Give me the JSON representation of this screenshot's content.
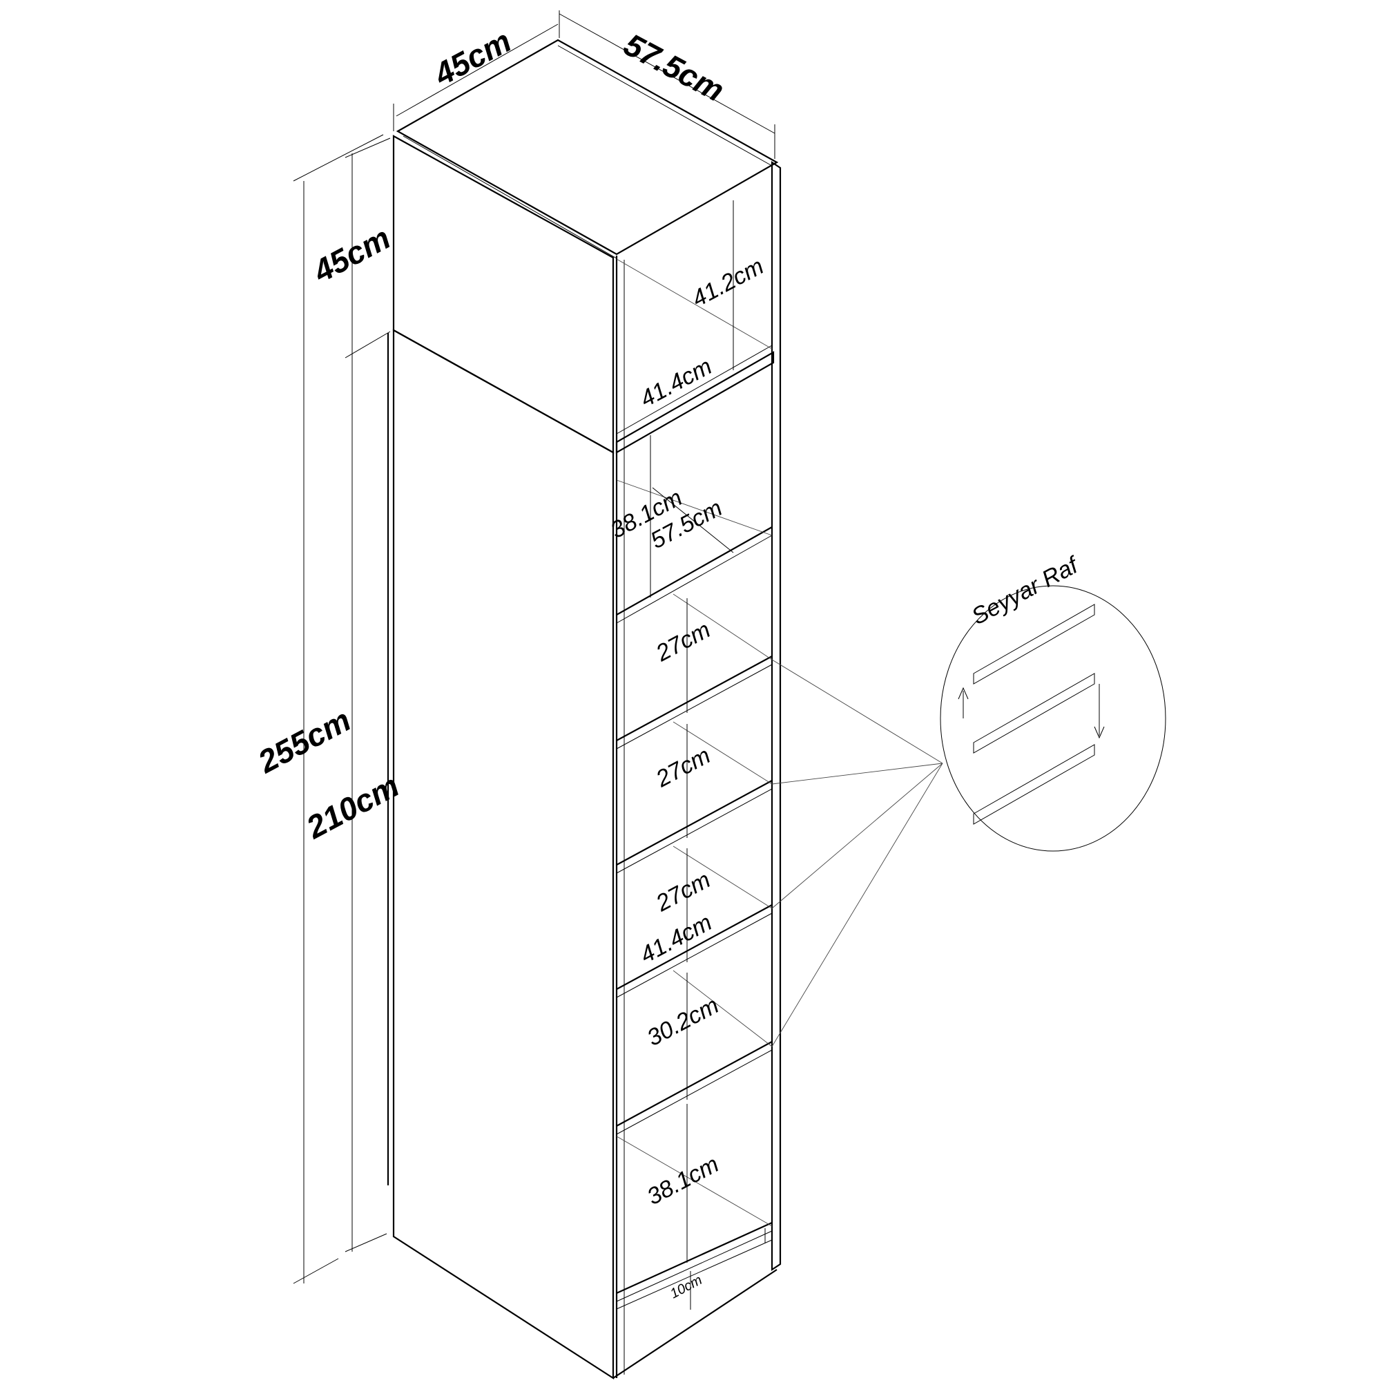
{
  "labels": {
    "top_width": "45cm",
    "top_depth": "57.5cm",
    "top_module_height": "45cm",
    "total_height": "255cm",
    "main_height": "210cm",
    "top_inner_height": "41.2cm",
    "top_inner_width": "41.4cm",
    "shelf1_height": "38.1cm",
    "inner_depth": "57.5cm",
    "shelf2_height": "27cm",
    "shelf3_height": "27cm",
    "shelf4_height": "27cm",
    "inner_width": "41.4cm",
    "shelf5_height": "30.2cm",
    "shelf6_height": "38.1cm",
    "plinth_height": "10cm",
    "movable_shelf": "Seyyar Raf"
  },
  "colors": {
    "line": "#000000",
    "background": "#ffffff"
  }
}
